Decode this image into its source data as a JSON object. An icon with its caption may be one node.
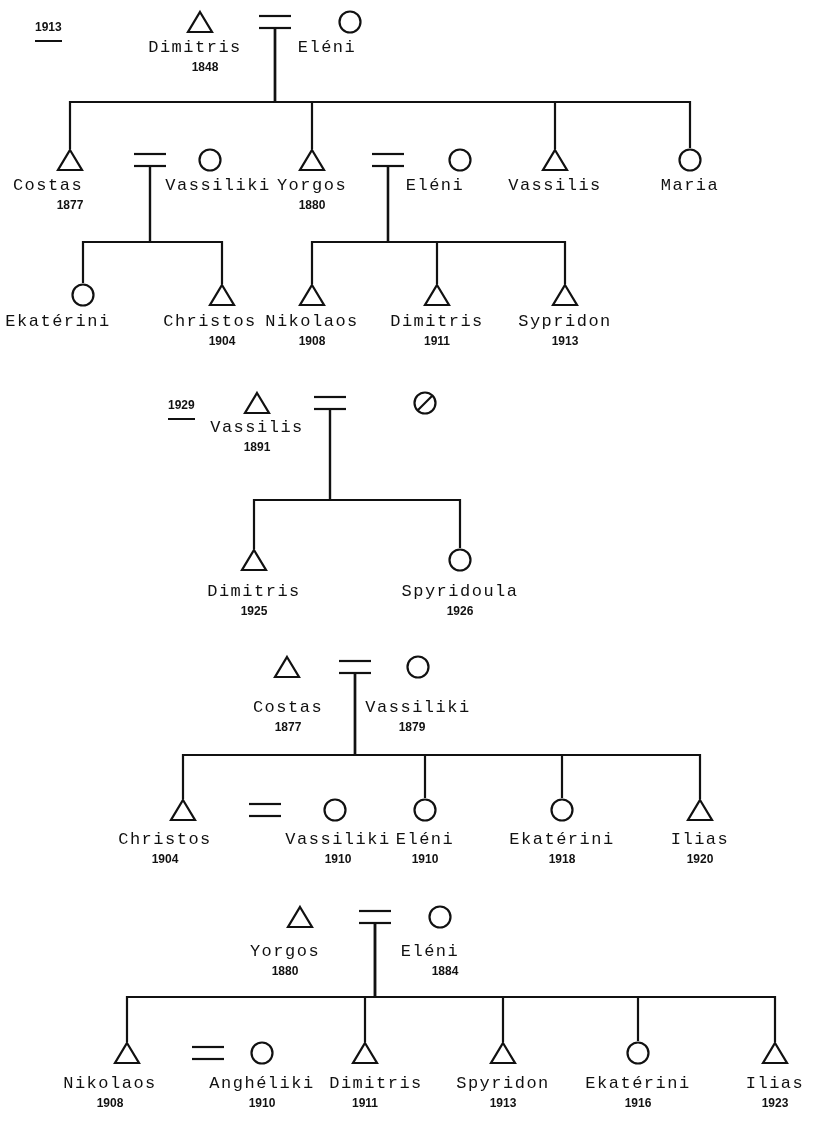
{
  "diagram": {
    "nodes": [
      {
        "text": [],
        "shape": "triangle",
        "beside": [
          "Dimitris",
          "1848"
        ]
      },
      {
        "text": [],
        "shape": "equals"
      },
      {
        "text": [],
        "shape": "circle",
        "beside": [
          "Eléni"
        ]
      },
      {
        "text": [],
        "shape": "triangle",
        "beside": [
          "Costas",
          "1877"
        ]
      },
      {
        "text": [],
        "shape": "equals"
      },
      {
        "text": [],
        "shape": "circle",
        "beside": [
          "Vassiliki"
        ]
      },
      {
        "text": [],
        "shape": "triangle",
        "beside": [
          "Yorgos",
          "1880"
        ]
      },
      {
        "text": [],
        "shape": "equals"
      },
      {
        "text": [],
        "shape": "circle",
        "beside": [
          "Eléni"
        ]
      },
      {
        "text": [],
        "shape": "triangle",
        "beside": [
          "Vassilis"
        ]
      },
      {
        "text": [],
        "shape": "circle",
        "beside": [
          "Maria"
        ]
      },
      {
        "text": [],
        "shape": "circle",
        "beside": [
          "Ekatérini"
        ]
      },
      {
        "text": [],
        "shape": "triangle",
        "beside": [
          "Christos",
          "1904"
        ]
      },
      {
        "text": [],
        "shape": "triangle",
        "beside": [
          "Nikolaos",
          "1908"
        ]
      },
      {
        "text": [],
        "shape": "triangle",
        "beside": [
          "Dimitris",
          "1911"
        ]
      },
      {
        "text": [],
        "shape": "triangle",
        "beside": [
          "Sypridon",
          "1913"
        ]
      },
      {
        "text": [],
        "shape": "triangle",
        "beside": [
          "Vassilis",
          "1891"
        ]
      },
      {
        "text": [],
        "shape": "equals"
      },
      {
        "text": [],
        "shape": "crossed-circle"
      },
      {
        "text": [],
        "shape": "triangle",
        "beside": [
          "Dimitris",
          "1925"
        ]
      },
      {
        "text": [],
        "shape": "circle",
        "beside": [
          "Spyridoula",
          "1926"
        ]
      },
      {
        "text": [],
        "shape": "triangle",
        "beside": [
          "Costas",
          "1877"
        ]
      },
      {
        "text": [],
        "shape": "equals"
      },
      {
        "text": [],
        "shape": "circle",
        "beside": [
          "Vassiliki",
          "1879"
        ]
      },
      {
        "text": [],
        "shape": "triangle",
        "beside": [
          "Christos",
          "1904"
        ]
      },
      {
        "text": [],
        "shape": "equals"
      },
      {
        "text": [],
        "shape": "circle",
        "beside": [
          "Vassiliki",
          "1910"
        ]
      },
      {
        "text": [],
        "shape": "circle",
        "beside": [
          "Eléni",
          "1910"
        ]
      },
      {
        "text": [],
        "shape": "circle",
        "beside": [
          "Ekatérini",
          "1918"
        ]
      },
      {
        "text": [],
        "shape": "triangle",
        "beside": [
          "Ilias",
          "1920"
        ]
      },
      {
        "text": [],
        "shape": "triangle",
        "beside": [
          "Yorgos",
          "1880"
        ]
      },
      {
        "text": [],
        "shape": "equals"
      },
      {
        "text": [],
        "shape": "circle",
        "beside": [
          "Eléni",
          "1884"
        ]
      },
      {
        "text": [],
        "shape": "triangle",
        "beside": [
          "Nikolaos",
          "1908"
        ]
      },
      {
        "text": [],
        "shape": "equals"
      },
      {
        "text": [],
        "shape": "circle",
        "beside": [
          "Anghéliki",
          "1910"
        ]
      },
      {
        "text": [],
        "shape": "triangle",
        "beside": [
          "Dimitris",
          "1911"
        ]
      },
      {
        "text": [],
        "shape": "triangle",
        "beside": [
          "Spyridon",
          "1913"
        ]
      },
      {
        "text": [],
        "shape": "circle",
        "beside": [
          "Ekatérini",
          "1916"
        ]
      },
      {
        "text": [],
        "shape": "triangle",
        "beside": [
          "Ilias",
          "1923"
        ]
      }
    ],
    "edges": [
      {
        "from": 1,
        "to": 3,
        "arrow": "none"
      },
      {
        "from": 1,
        "to": 6,
        "arrow": "none"
      },
      {
        "from": 1,
        "to": 9,
        "arrow": "none"
      },
      {
        "from": 1,
        "to": 10,
        "arrow": "none"
      },
      {
        "from": 4,
        "to": 11,
        "arrow": "none"
      },
      {
        "from": 4,
        "to": 12,
        "arrow": "none"
      },
      {
        "from": 7,
        "to": 13,
        "arrow": "none"
      },
      {
        "from": 7,
        "to": 14,
        "arrow": "none"
      },
      {
        "from": 7,
        "to": 15,
        "arrow": "none"
      },
      {
        "from": 17,
        "to": 19,
        "arrow": "none"
      },
      {
        "from": 17,
        "to": 20,
        "arrow": "none"
      },
      {
        "from": 22,
        "to": 24,
        "arrow": "none"
      },
      {
        "from": 22,
        "to": 27,
        "arrow": "none"
      },
      {
        "from": 22,
        "to": 28,
        "arrow": "none"
      },
      {
        "from": 22,
        "to": 29,
        "arrow": "none"
      },
      {
        "from": 31,
        "to": 33,
        "arrow": "none"
      },
      {
        "from": 31,
        "to": 36,
        "arrow": "none"
      },
      {
        "from": 31,
        "to": 37,
        "arrow": "none"
      },
      {
        "from": 31,
        "to": 38,
        "arrow": "none"
      },
      {
        "from": 31,
        "to": 39,
        "arrow": "none"
      }
    ],
    "labels": [
      "1913",
      "1929"
    ]
  }
}
